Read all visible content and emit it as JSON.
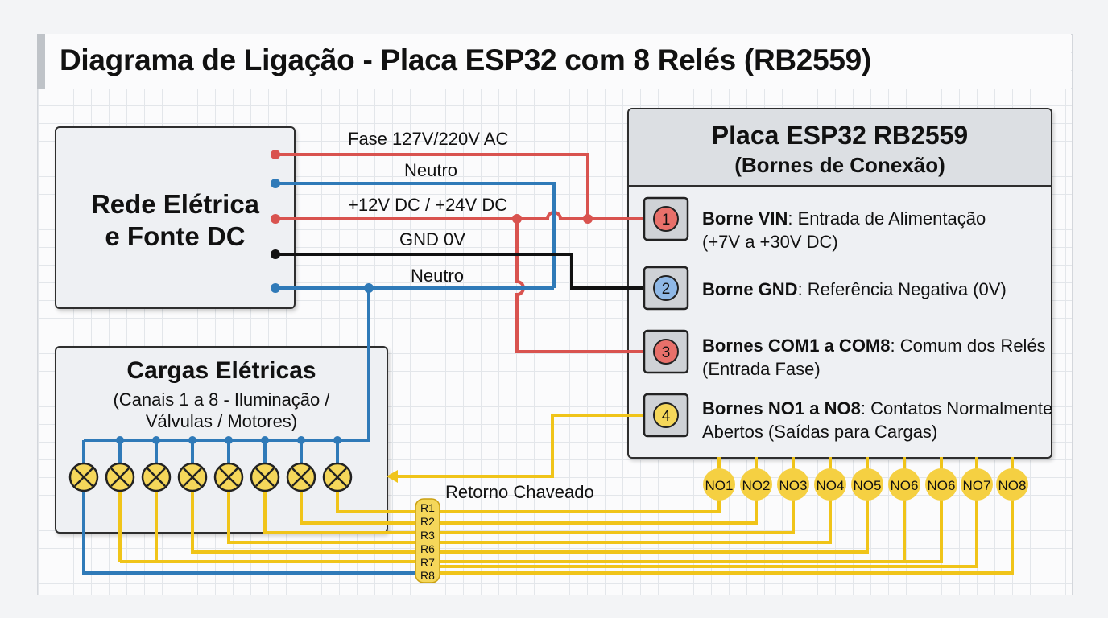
{
  "title": "Diagrama de Ligação - Placa ESP32 com 8 Relés (RB2559)",
  "source_box": {
    "line1": "Rede Elétrica",
    "line2": "e Fonte DC"
  },
  "loads_box": {
    "title": "Cargas Elétricas",
    "sub1": "(Canais 1 a 8 - Iluminação /",
    "sub2": "Válvulas / Motores)"
  },
  "esp_box": {
    "title": "Placa ESP32 RB2559",
    "subtitle": "(Bornes de Conexão)"
  },
  "wires": {
    "fase": "Fase 127V/220V AC",
    "neutro_top": "Neutro",
    "dc": "+12V DC / +24V DC",
    "gnd": "GND 0V",
    "neutro_bottom": "Neutro",
    "retorno": "Retorno Chaveado"
  },
  "terminals": [
    {
      "num": "1",
      "bold": "Borne VIN",
      "text": ": Entrada de Alimentação",
      "line2": "(+7V a +30V DC)",
      "color": "#e8706a"
    },
    {
      "num": "2",
      "bold": "Borne GND",
      "text": ": Referência Negativa (0V)",
      "line2": "",
      "color": "#8fb8e6"
    },
    {
      "num": "3",
      "bold": "Bornes COM1 a COM8",
      "text": ": Comum dos Relés",
      "line2": "(Entrada Fase)",
      "color": "#e8706a"
    },
    {
      "num": "4",
      "bold": "Bornes NO1 a NO8",
      "text": ": Contatos Normalmente",
      "line2": "Abertos (Saídas para Cargas)",
      "color": "#f5d75a"
    }
  ],
  "no_outputs": [
    "NO1",
    "NO2",
    "NO3",
    "NO4",
    "NO5",
    "NO6",
    "NO6",
    "NO7",
    "NO8"
  ],
  "return_labels": [
    "R1",
    "R2",
    "R3",
    "R6",
    "R7",
    "R8"
  ],
  "colors": {
    "red": "#d9534f",
    "blue": "#2f7ab8",
    "black": "#111111",
    "yellow": "#f0c419",
    "load_fill": "#f5d75a"
  }
}
